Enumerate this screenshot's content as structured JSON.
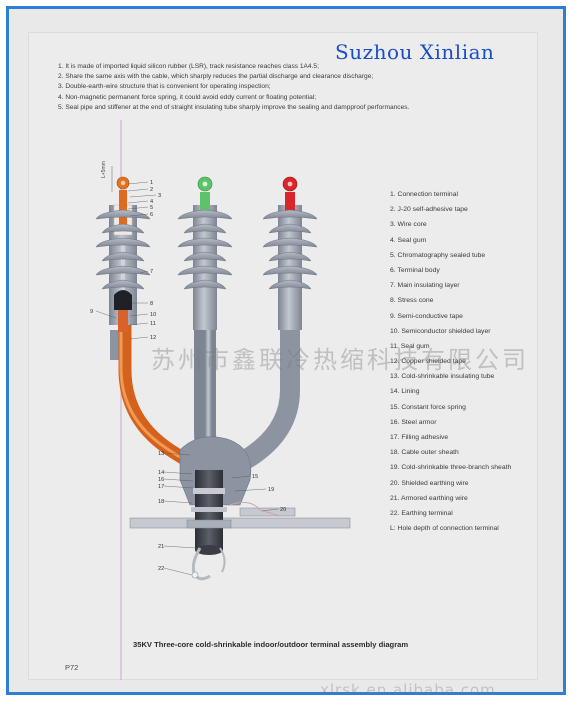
{
  "brand": "Suzhou Xinlian",
  "notes": [
    "1. It is made of imported liquid silicon rubber (LSR), track resistance reaches class 1A4.5;",
    "2. Share the same axis with the cable, which sharply reduces the partial discharge and clearance discharge;",
    "3. Double-earth-wire structure that is convenient for operating inspection;",
    "4. Non-magnetic permanent force spring, it could avoid eddy current or floating potential;",
    "5. Seal pipe and stiffener at the end of straight insulating tube sharply improve the sealing and dampproof performances."
  ],
  "legend": [
    "1. Connection terminal",
    "2. J-20 self-adhesive tape",
    "3. Wire core",
    "4. Seal gum",
    "5. Chromatography sealed tube",
    "6. Terminal body",
    "7. Main insulating layer",
    "8. Stress cone",
    "9. Semi-conductive tape",
    "10. Semiconductor shielded layer",
    "11. Seal gum",
    "12. Copper shielded tape",
    "13. Cold-shrinkable insulating tube",
    "14. Lining",
    "15. Constant force spring",
    "16. Steel armor",
    "17. Filling adhesive",
    "18. Cable outer sheath",
    "19. Cold-shrinkable three-branch sheath",
    "20. Shielded earthing wire",
    "21. Armored earthing wire",
    "22. Earthing terminal",
    "L: Hole depth of connection terminal"
  ],
  "dimension_label": "L+5mm",
  "callouts": [
    "1",
    "2",
    "3",
    "4",
    "5",
    "6",
    "7",
    "8",
    "9",
    "10",
    "11",
    "12",
    "13",
    "14",
    "15",
    "16",
    "17",
    "18",
    "19",
    "20",
    "21",
    "22"
  ],
  "watermark": "苏州市鑫联冷热缩科技有限公司",
  "caption": "35KV Three-core cold-shrinkable indoor/outdoor terminal assembly diagram",
  "page_number": "P72",
  "footer": "xlrsk.en.alibaba.com",
  "colors": {
    "frame": "#2d7fd6",
    "brand": "#1a4ec7",
    "insulator": "#9aa1ad",
    "terminal_orange": "#e3741f",
    "terminal_green": "#5fc26a",
    "terminal_red": "#d9262b",
    "cable_orange": "#d4621c"
  }
}
